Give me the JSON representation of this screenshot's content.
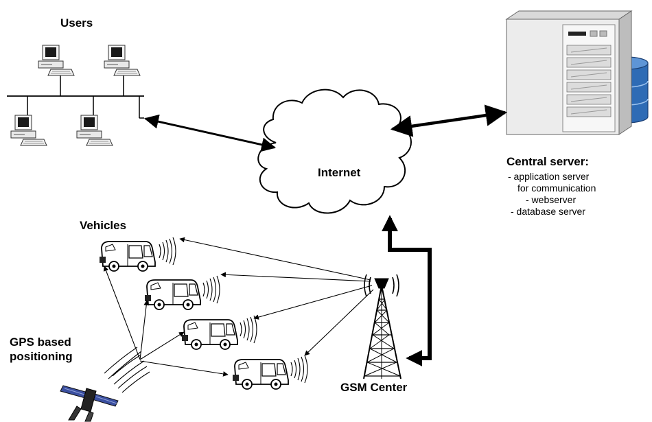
{
  "labels": {
    "users": "Users",
    "internet": "Internet",
    "vehicles": "Vehicles",
    "gps_line1": "GPS based",
    "gps_line2": "positioning",
    "gsm": "GSM Center"
  },
  "server": {
    "title": "Central server:",
    "roles": [
      "- application server",
      "for communication",
      "- webserver",
      "- database server"
    ]
  },
  "icons": {
    "computer": "desktop-computer-icon",
    "server": "server-tower-icon",
    "database": "database-icon",
    "cloud": "internet-cloud",
    "vehicle": "van-icon",
    "tower": "gsm-tower-icon",
    "satellite": "gps-satellite-icon"
  },
  "colors": {
    "line": "#000000",
    "database": "#2e6bb5",
    "satellite_panel": "#3a4fa0"
  }
}
